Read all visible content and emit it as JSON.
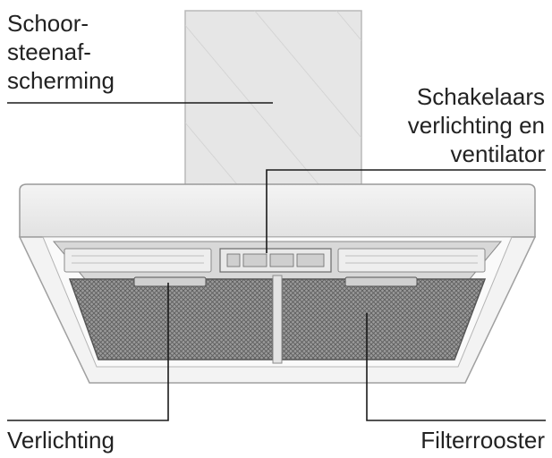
{
  "labels": {
    "chimney": [
      "Schoor-",
      "steenaf-",
      "scherming"
    ],
    "switches": [
      "Schakelaars",
      "verlichting en",
      "ventilator"
    ],
    "lighting": "Verlichting",
    "filter": "Filterrooster"
  },
  "colors": {
    "line": "#1a1a1a",
    "chimney_fill": "#e4e4e4",
    "hood_fill": "#eeeeee",
    "hood_front": "#f6f6f6",
    "filter_fill": "#8a8a8a",
    "text": "#222222"
  }
}
